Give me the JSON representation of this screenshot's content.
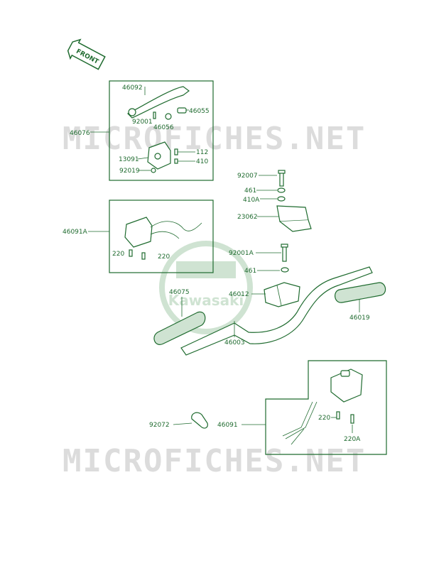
{
  "diagram": {
    "front_arrow_label": "FRONT",
    "brand_watermark": "Kawasaki",
    "site_watermark": "MICROFICHES.NET",
    "part_numbers": {
      "p46092": "46092",
      "p92001": "92001",
      "p46055": "46055",
      "p46056": "46056",
      "p46076": "46076",
      "p13091": "13091",
      "p112": "112",
      "p410": "410",
      "p92019": "92019",
      "p92007": "92007",
      "p461a": "461",
      "p410a": "410A",
      "p23062": "23062",
      "p46091a": "46091A",
      "p220a": "220",
      "p220b": "220",
      "p92001a": "92001A",
      "p461b": "461",
      "p46075": "46075",
      "p46012": "46012",
      "p46019": "46019",
      "p46003": "46003",
      "p92072": "92072",
      "p46091": "46091",
      "p220c": "220",
      "p220A": "220A"
    }
  },
  "colors": {
    "line": "#1f6b2f",
    "watermark": "#dcdcdc",
    "logo": "#cfe3d2"
  }
}
